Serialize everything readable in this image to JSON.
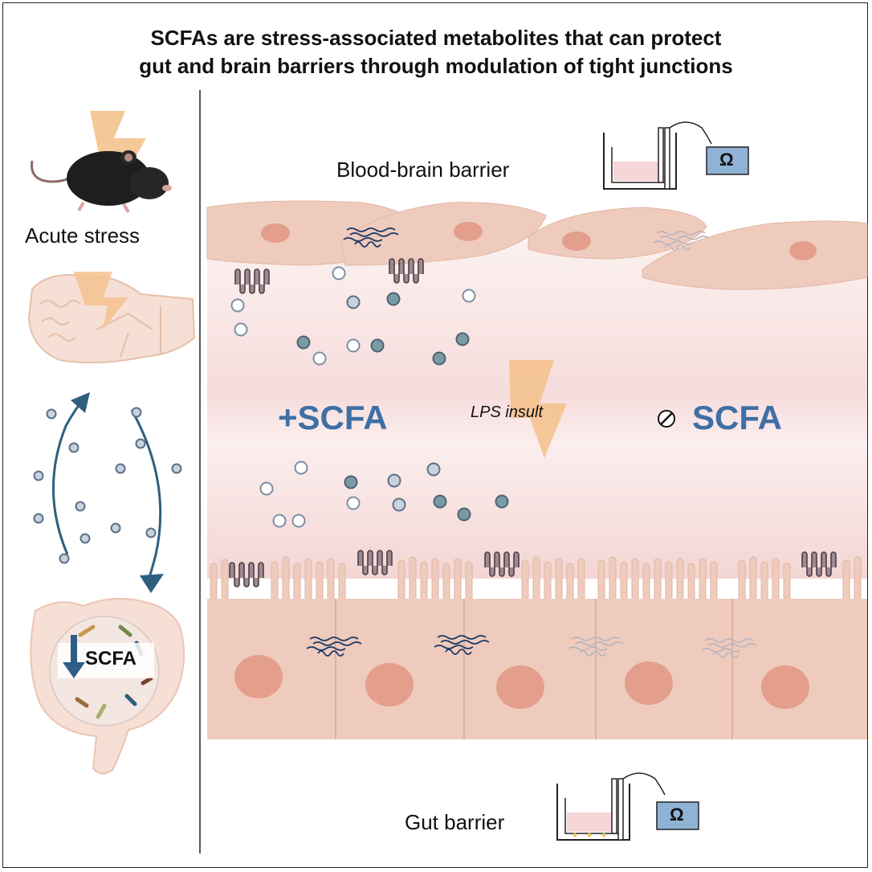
{
  "title": {
    "line1": "SCFAs are stress-associated metabolites that can protect",
    "line2": "gut and brain barriers through modulation of tight junctions"
  },
  "left_panel": {
    "stress_label": "Acute stress",
    "gut_scfa_label": "SCFA"
  },
  "main_panel": {
    "bbb_label": "Blood-brain barrier",
    "gut_label": "Gut barrier",
    "plus_scfa_label": "+SCFA",
    "lps_label": "LPS insult",
    "no_scfa_label": "SCFA",
    "ohm_symbol": "Ω"
  },
  "colors": {
    "scfa_blue": "#3e6fa5",
    "cell_pink": "#efcbbd",
    "nucleus": "#e2a090",
    "bolt_orange": "#f4c28e",
    "arrow_teal": "#2f5f7e"
  },
  "icons": [
    "mouse-icon",
    "lightning-icon",
    "brain-icon",
    "intestine-icon",
    "transwell-icon",
    "ohmmeter-icon",
    "down-arrow-icon",
    "null-symbol-icon"
  ]
}
